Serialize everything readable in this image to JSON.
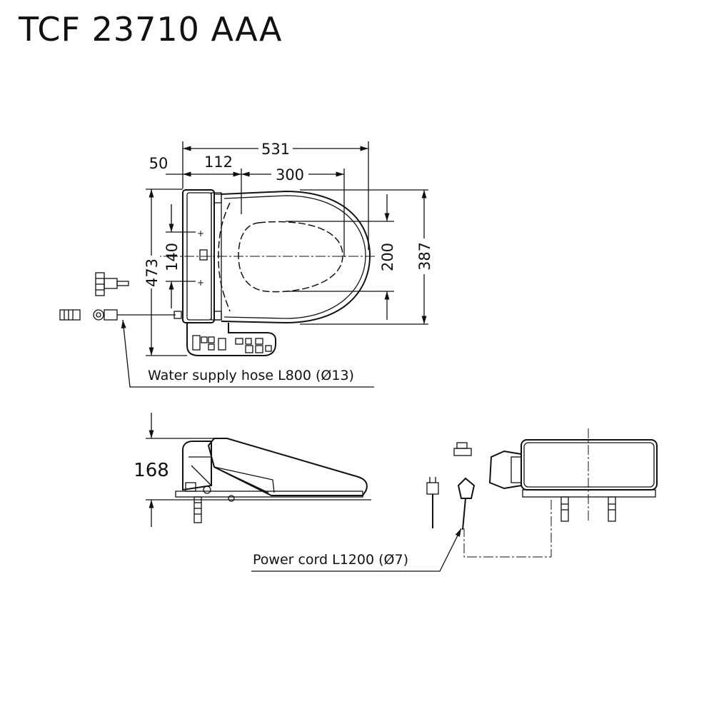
{
  "title": "TCF 23710 AAA",
  "dimensions": {
    "d531": "531",
    "d50": "50",
    "d112": "112",
    "d300": "300",
    "d473": "473",
    "d140": "140",
    "d200": "200",
    "d387": "387",
    "d168": "168"
  },
  "notes": {
    "water_hose": "Water supply hose L800 (Ø13)",
    "power_cord": "Power cord L1200 (Ø7)"
  }
}
